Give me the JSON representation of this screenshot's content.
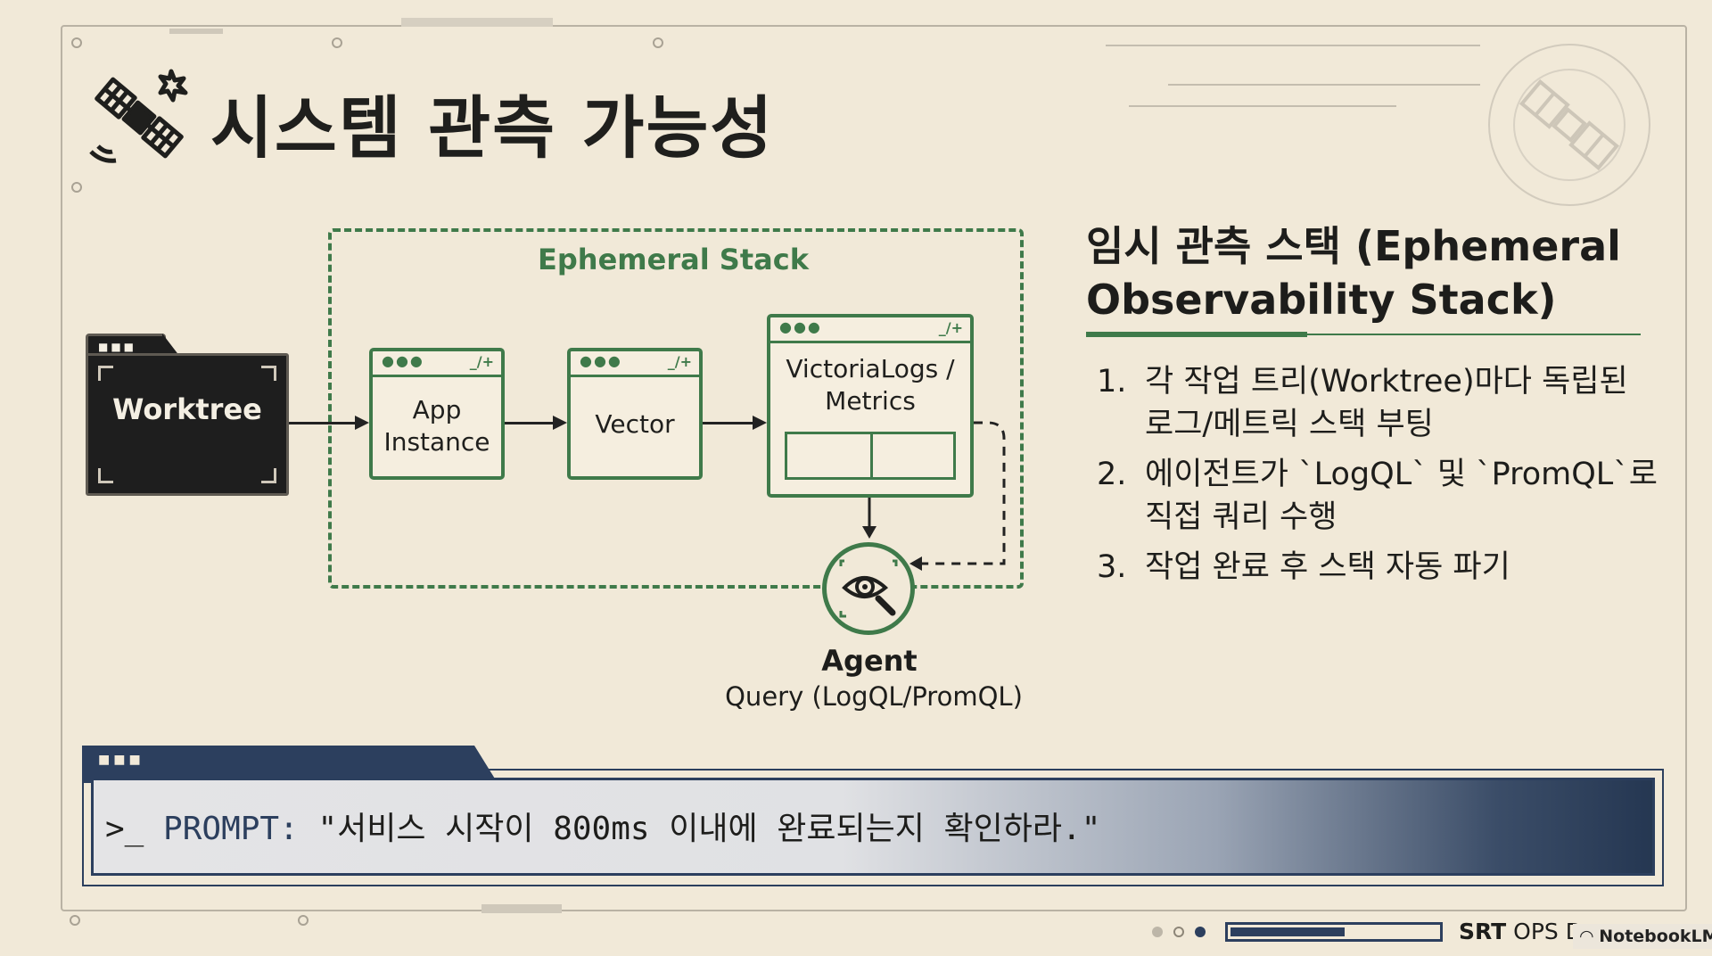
{
  "slide": {
    "title": "시스템 관측 가능성"
  },
  "diagram": {
    "stack_label": "Ephemeral Stack",
    "worktree_label": "Worktree",
    "app_label_line1": "App",
    "app_label_line2": "Instance",
    "vector_label": "Vector",
    "vm_label_line1": "VictoriaLogs /",
    "vm_label_line2": "Metrics",
    "window_controls": "_/+",
    "agent_title": "Agent",
    "agent_subtitle": "Query (LogQL/PromQL)"
  },
  "panel": {
    "title_line1": "임시 관측 스택 (Ephemeral",
    "title_line2": "Observability Stack)",
    "items": [
      {
        "num": "1.",
        "line1": "각 작업 트리(Worktree)마다 독립된",
        "line2": "로그/메트릭 스택 부팅"
      },
      {
        "num": "2.",
        "line1": "에이전트가 `LogQL` 및 `PromQL`로",
        "line2": "직접 쿼리 수행"
      },
      {
        "num": "3.",
        "line1": "작업 완료 후 스택 자동 파기",
        "line2": ""
      }
    ]
  },
  "prompt": {
    "symbol": ">_",
    "keyword": "PROMPT:",
    "text": "\"서비스 시작이 800ms 이내에 완료되는지 확인하라.\""
  },
  "footer": {
    "brand_bold": "SRT",
    "brand_rest": "OPS D",
    "notebooklm": "NotebookLM",
    "progress": 0.55,
    "page_dots": 3,
    "active_dot": 2
  },
  "colors": {
    "background": "#f1e9d8",
    "accent_green": "#3f7a4a",
    "navy": "#2c3f5e",
    "dark": "#1e1e1e"
  },
  "icons": [
    "satellite-icon",
    "folder-icon",
    "window-icon",
    "eye-search-icon"
  ]
}
